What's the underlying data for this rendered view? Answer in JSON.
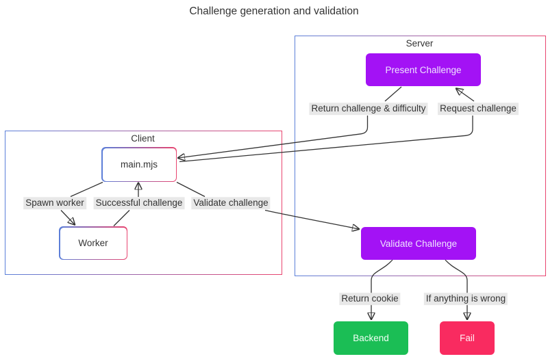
{
  "title": "Challenge generation and validation",
  "colors": {
    "node_purple": "#A312F5",
    "node_green": "#1BBE55",
    "node_red": "#F92B60",
    "border_gradient_start": "#5B7FD9",
    "border_gradient_end": "#E8446F",
    "edge_label_bg": "#e8e8e8",
    "text_dark": "#333333",
    "text_light": "#EFE4FF",
    "line": "#333333"
  },
  "containers": {
    "server": {
      "label": "Server"
    },
    "client": {
      "label": "Client"
    }
  },
  "nodes": {
    "present_challenge": {
      "label": "Present Challenge"
    },
    "validate_challenge": {
      "label": "Validate Challenge"
    },
    "main_mjs": {
      "label": "main.mjs"
    },
    "worker": {
      "label": "Worker"
    },
    "backend": {
      "label": "Backend"
    },
    "fail": {
      "label": "Fail"
    }
  },
  "edge_labels": {
    "return_challenge": "Return challenge & difficulty",
    "request_challenge": "Request challenge",
    "spawn_worker": "Spawn worker",
    "successful_challenge": "Successful challenge",
    "validate_challenge": "Validate challenge",
    "return_cookie": "Return cookie",
    "if_wrong": "If anything is wrong"
  }
}
